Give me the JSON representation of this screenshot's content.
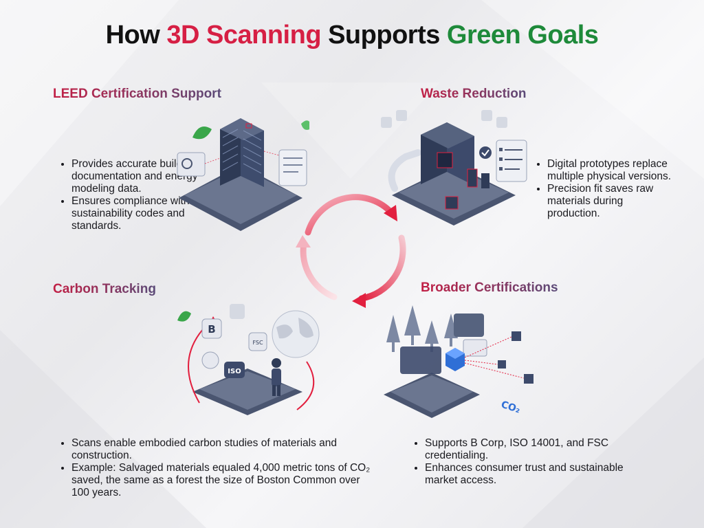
{
  "title": {
    "part1": "How ",
    "part2": "3D Scanning",
    "part3": " Supports ",
    "part4": "Green Goals"
  },
  "sections": {
    "leed": {
      "title": "LEED Certification Support",
      "bullets": [
        "Provides accurate building documentation and energy modeling data.",
        "Ensures compliance with sustainability codes and standards."
      ]
    },
    "waste": {
      "title": "Waste Reduction",
      "bullets": [
        "Digital prototypes replace multiple physical versions.",
        "Precision fit saves raw materials during production."
      ]
    },
    "carbon": {
      "title": "Carbon Tracking",
      "bullets": [
        "Scans enable embodied carbon studies of materials and construction.",
        "Example: Salvaged materials equaled 4,000 metric tons of CO₂ saved, the same as a forest the size of Boston Common over 100 years."
      ],
      "badges": [
        "B",
        "FSC",
        "ISO"
      ]
    },
    "broader": {
      "title": "Broader Certifications",
      "bullets": [
        "Supports B Corp, ISO 14001, and FSC credentialing.",
        "Enhances consumer trust and sustainable market access."
      ],
      "co2_label": "CO₂"
    }
  },
  "colors": {
    "accent_red": "#d61f44",
    "accent_green": "#1e8a3a",
    "section_gradient_start": "#c21f45",
    "section_gradient_end": "#5a4a78",
    "illustration_slate": "#3f4a63"
  }
}
